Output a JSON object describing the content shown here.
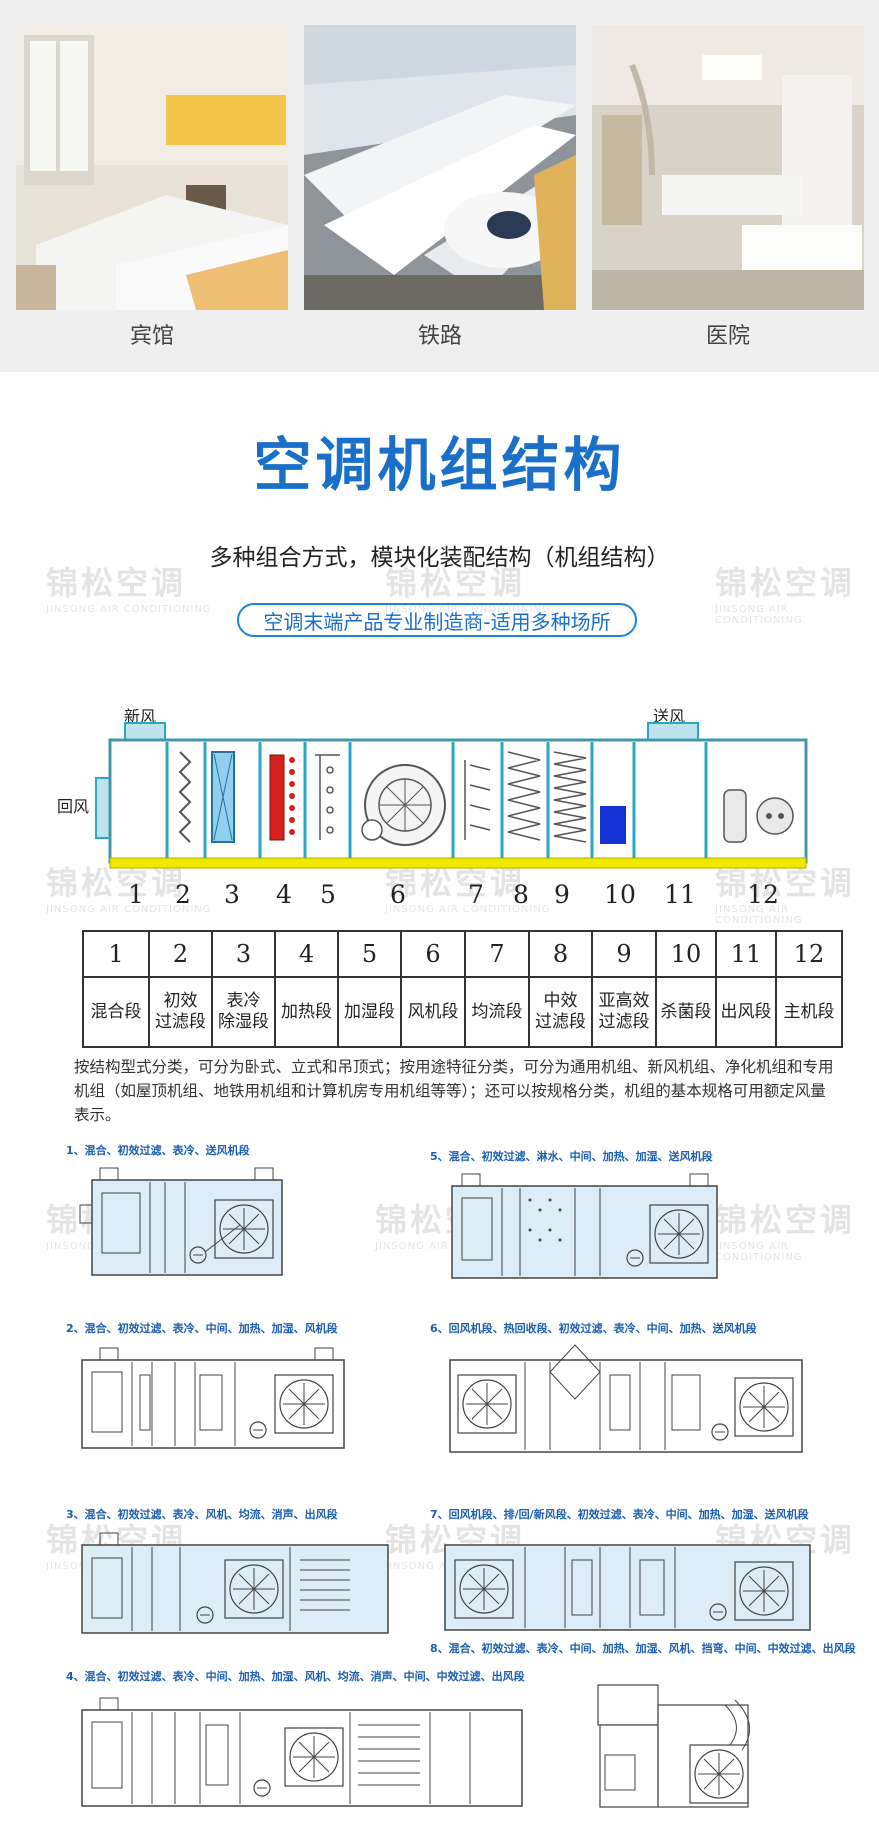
{
  "photos": [
    {
      "caption": "宾馆",
      "icon": "hotel-room-photo"
    },
    {
      "caption": "铁路",
      "icon": "railway-train-photo"
    },
    {
      "caption": "医院",
      "icon": "hospital-ward-photo"
    }
  ],
  "title": "空调机组结构",
  "subtitle": "多种组合方式，模块化装配结构（机组结构）",
  "tagline": "空调末端产品专业制造商-适用多种场所",
  "watermark": {
    "brand": "锦松空调",
    "sub": "JINSONG AIR CONDITIONING"
  },
  "diagram": {
    "fresh_air": "新风",
    "supply_air": "送风",
    "return_air": "回风",
    "section_numbers": [
      "1",
      "2",
      "3",
      "4",
      "5",
      "6",
      "7",
      "8",
      "9",
      "10",
      "11",
      "12"
    ]
  },
  "table": {
    "numbers": [
      "1",
      "2",
      "3",
      "4",
      "5",
      "6",
      "7",
      "8",
      "9",
      "10",
      "11",
      "12"
    ],
    "labels": [
      [
        "混合段"
      ],
      [
        "初效",
        "过滤段"
      ],
      [
        "表冷",
        "除湿段"
      ],
      [
        "加热段"
      ],
      [
        "加湿段"
      ],
      [
        "风机段"
      ],
      [
        "均流段"
      ],
      [
        "中效",
        "过滤段"
      ],
      [
        "亚高效",
        "过滤段"
      ],
      [
        "杀菌段"
      ],
      [
        "出风段"
      ],
      [
        "主机段"
      ]
    ]
  },
  "description": "按结构型式分类，可分为卧式、立式和吊顶式；按用途特征分类，可分为通用机组、新风机组、净化机组和专用机组（如屋顶机组、地铁用机组和计算机房专用机组等等）；还可以按规格分类，机组的基本规格可用额定风量表示。",
  "configs": [
    "1、混合、初效过滤、表冷、送风机段",
    "2、混合、初效过滤、表冷、中间、加热、加湿、风机段",
    "3、混合、初效过滤、表冷、风机、均流、消声、出风段",
    "4、混合、初效过滤、表冷、中间、加热、加湿、风机、均流、消声、中间、中效过滤、出风段",
    "5、混合、初效过滤、淋水、中间、加热、加湿、送风机段",
    "6、回风机段、热回收段、初效过滤、表冷、中间、加热、送风机段",
    "7、回风机段、排/回/新风段、初效过滤、表冷、中间、加热、加湿、送风机段",
    "8、混合、初效过滤、表冷、中间、加热、加湿、风机、挡弯、中间、中效过滤、出风段"
  ],
  "colors": {
    "accent": "#1a6fc9",
    "unit_fill": "#cfe6f2",
    "frame": "#2aa7c4",
    "base": "#f2e900",
    "heater": "#d6201f",
    "uv": "#1432d6"
  }
}
